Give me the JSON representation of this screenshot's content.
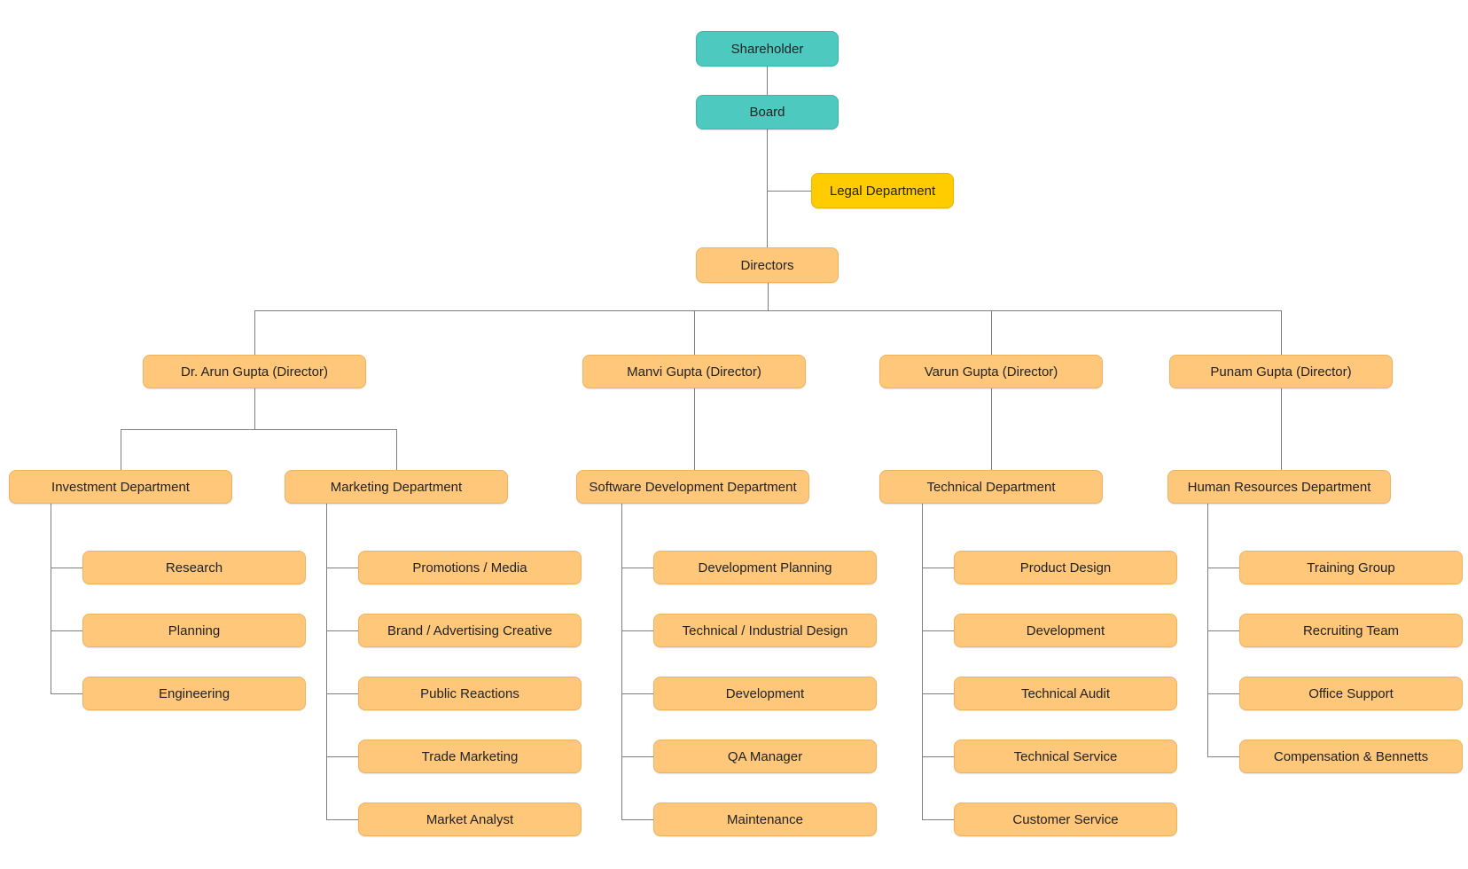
{
  "colors": {
    "top": "#4ec9bf",
    "legal": "#ffcc00",
    "unit": "#fec77a",
    "connector": "#7f7f7f"
  },
  "nodes": {
    "shareholder": "Shareholder",
    "board": "Board",
    "legal": "Legal Department",
    "directors": "Directors",
    "dir_arun": "Dr. Arun Gupta (Director)",
    "dir_manvi": "Manvi Gupta (Director)",
    "dir_varun": "Varun Gupta (Director)",
    "dir_punam": "Punam Gupta (Director)",
    "dept_investment": "Investment Department",
    "dept_marketing": "Marketing Department",
    "dept_software": "Software Development Department",
    "dept_technical": "Technical Department",
    "dept_hr": "Human Resources Department"
  },
  "teams": {
    "investment": [
      "Research",
      "Planning",
      "Engineering"
    ],
    "marketing": [
      "Promotions / Media",
      "Brand / Advertising Creative",
      "Public Reactions",
      "Trade Marketing",
      "Market Analyst"
    ],
    "software": [
      "Development Planning",
      "Technical / Industrial Design",
      "Development",
      "QA Manager",
      "Maintenance"
    ],
    "technical": [
      "Product Design",
      "Development",
      "Technical Audit",
      "Technical Service",
      "Customer Service"
    ],
    "hr": [
      "Training Group",
      "Recruiting Team",
      "Office Support",
      "Compensation & Bennetts"
    ]
  }
}
